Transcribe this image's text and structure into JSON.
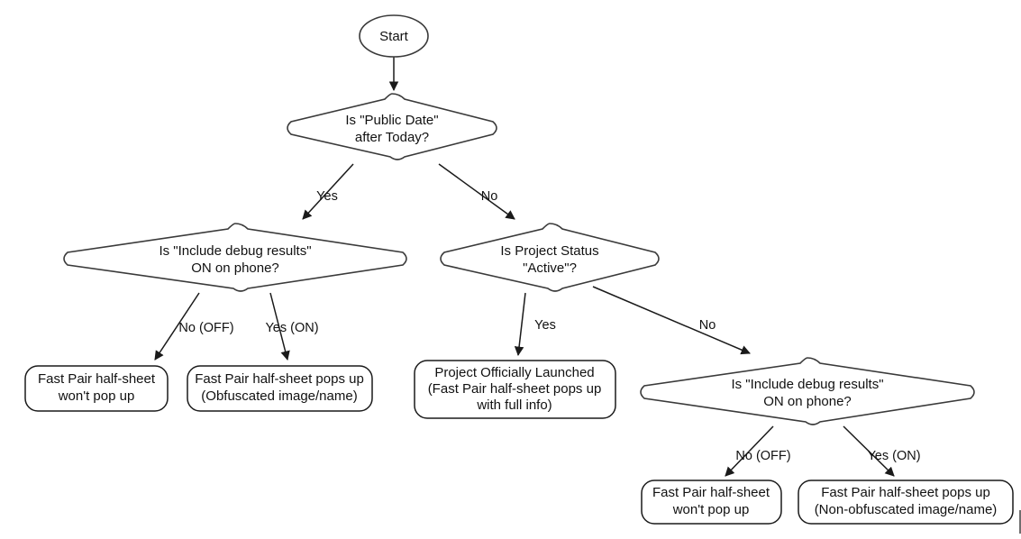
{
  "diagram": {
    "title": "Fast Pair half-sheet visibility decision flow",
    "type": "flowchart",
    "background_color": "#ffffff",
    "line_color": "#1a1a1a",
    "text_color": "#111111"
  },
  "nodes": {
    "start": {
      "id": "start",
      "shape": "ellipse",
      "label": "Start"
    },
    "decision_public_date": {
      "id": "decision_public_date",
      "shape": "diamond",
      "line1": "Is \"Public Date\"",
      "line2": "after Today?"
    },
    "decision_debug_left": {
      "id": "decision_debug_left",
      "shape": "diamond",
      "line1": "Is \"Include debug results\"",
      "line2": "ON on phone?"
    },
    "decision_project_status": {
      "id": "decision_project_status",
      "shape": "diamond",
      "line1": "Is Project Status",
      "line2": "\"Active\"?"
    },
    "decision_debug_right": {
      "id": "decision_debug_right",
      "shape": "diamond",
      "line1": "Is \"Include debug results\"",
      "line2": "ON on phone?"
    },
    "terminal_left_off": {
      "id": "terminal_left_off",
      "shape": "rounded-rect",
      "line1": "Fast Pair half-sheet",
      "line2": "won't pop up"
    },
    "terminal_left_on": {
      "id": "terminal_left_on",
      "shape": "rounded-rect",
      "line1": "Fast Pair half-sheet pops up",
      "line2": "(Obfuscated image/name)"
    },
    "terminal_launched": {
      "id": "terminal_launched",
      "shape": "rounded-rect",
      "line1": "Project Officially Launched",
      "line2": "(Fast Pair half-sheet pops up",
      "line3": "with full info)"
    },
    "terminal_right_off": {
      "id": "terminal_right_off",
      "shape": "rounded-rect",
      "line1": "Fast Pair half-sheet",
      "line2": "won't pop up"
    },
    "terminal_right_on": {
      "id": "terminal_right_on",
      "shape": "rounded-rect",
      "line1": "Fast Pair half-sheet pops up",
      "line2": "(Non-obfuscated image/name)"
    }
  },
  "edges": {
    "start_to_public_date": {
      "label": ""
    },
    "public_date_yes": {
      "label": "Yes"
    },
    "public_date_no": {
      "label": "No"
    },
    "debug_left_off": {
      "label": "No (OFF)"
    },
    "debug_left_on": {
      "label": "Yes (ON)"
    },
    "project_status_yes": {
      "label": "Yes"
    },
    "project_status_no": {
      "label": "No"
    },
    "debug_right_off": {
      "label": "No (OFF)"
    },
    "debug_right_on": {
      "label": "Yes (ON)"
    }
  }
}
